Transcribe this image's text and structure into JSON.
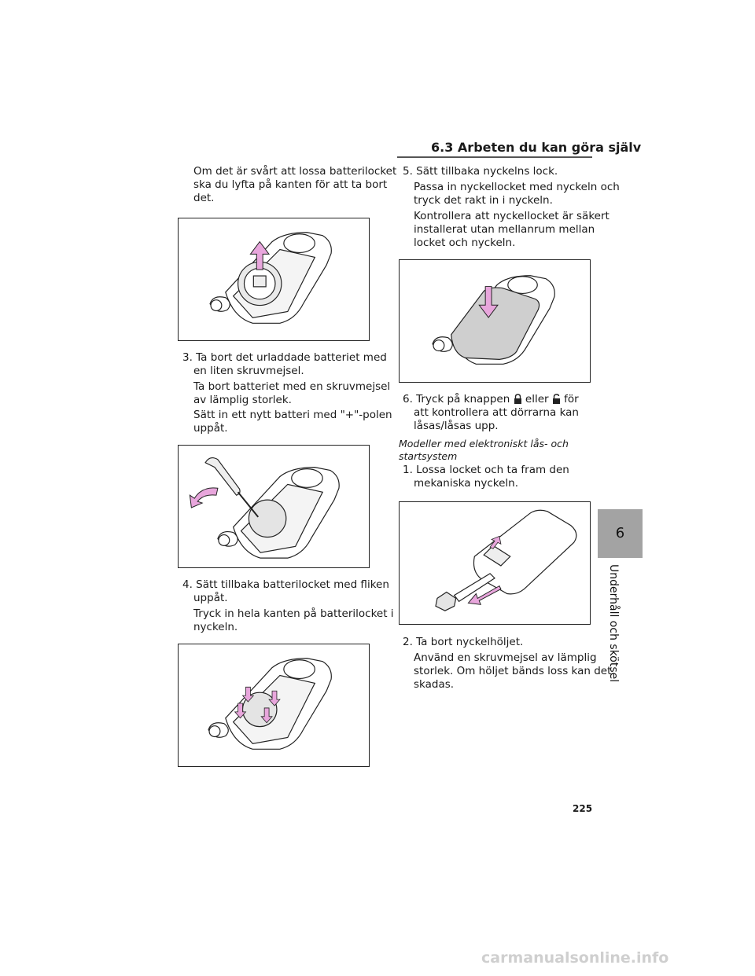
{
  "header": {
    "title": "6.3  Arbeten du kan göra själv"
  },
  "left": {
    "intro": [
      "Om det är svårt att lossa batterilocket",
      "ska du lyfta på kanten för att ta bort",
      "det."
    ],
    "step3": {
      "title_lines": [
        "3. Ta bort det urladdade batteriet med",
        "en liten skruvmejsel."
      ],
      "body": [
        "Ta bort batteriet med en skruvmejsel",
        "av lämplig storlek.",
        "Sätt in ett nytt batteri med \"+\"-polen",
        "uppåt."
      ]
    },
    "step4": {
      "title_lines": [
        "4. Sätt tillbaka batterilocket med fliken",
        "uppåt."
      ],
      "body": [
        "Tryck in hela kanten på batterilocket i",
        "nyckeln."
      ]
    }
  },
  "right": {
    "step5": {
      "title": "5. Sätt tillbaka nyckelns lock.",
      "body": [
        "Passa in nyckellocket med nyckeln och",
        "tryck det rakt in i nyckeln.",
        "Kontrollera att nyckellocket är säkert",
        "installerat utan mellanrum mellan",
        "locket och nyckeln."
      ]
    },
    "step6": {
      "part1": "6. Tryck på knappen",
      "part2": "eller",
      "part3": "för",
      "lines": [
        "att kontrollera att dörrarna kan",
        "låsas/låsas upp."
      ]
    },
    "models_heading": [
      "Modeller med elektroniskt lås- och",
      "startsystem"
    ],
    "step1": {
      "title_lines": [
        "1. Lossa locket och ta fram den",
        "mekaniska nyckeln."
      ]
    },
    "step2": {
      "title": "2. Ta bort nyckelhöljet.",
      "body": [
        "Använd en skruvmejsel av lämplig",
        "storlek. Om höljet bänds loss kan det",
        "skadas."
      ]
    }
  },
  "side_tab": {
    "number": "6",
    "label": "Underhåll och skötsel"
  },
  "page_number": "225",
  "watermark": "carmanualsonline.info",
  "colors": {
    "arrow_pink": "#e8a6dc",
    "tab_gray": "#a3a3a3",
    "cover_gray": "#cfcfcf"
  }
}
